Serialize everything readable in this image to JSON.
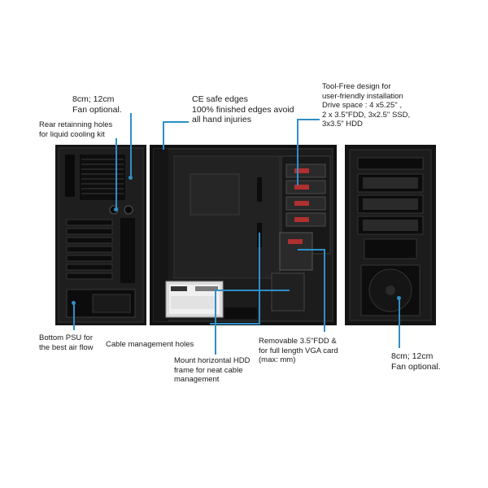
{
  "callouts": {
    "rear_fan": "8cm; 12cm\nFan optional.",
    "rear_holes": "Rear retainning holes\nfor liquid cooling kit",
    "ce_edges": "CE safe edges\n100% finished edges avoid\nall hand injuries",
    "tool_free": "Tool-Free design for\nuser-friendly installation\nDrive space : 4 x5.25'' ,\n2 x 3.5\"FDD, 3x2.5\" SSD,\n3x3.5\" HDD",
    "bottom_psu": "Bottom PSU for\nthe best air flow",
    "cable_holes": "Cable management holes",
    "hdd_frame": "Mount horizontal HDD\nframe for neat cable\nmanagement",
    "removable_fdd": "Removable 3.5\"FDD &\nfor full length VGA card\n(max: mm)",
    "front_fan": "8cm; 12cm\nFan optional."
  },
  "colors": {
    "accent": "#2f8fc8",
    "case": "#141414"
  }
}
